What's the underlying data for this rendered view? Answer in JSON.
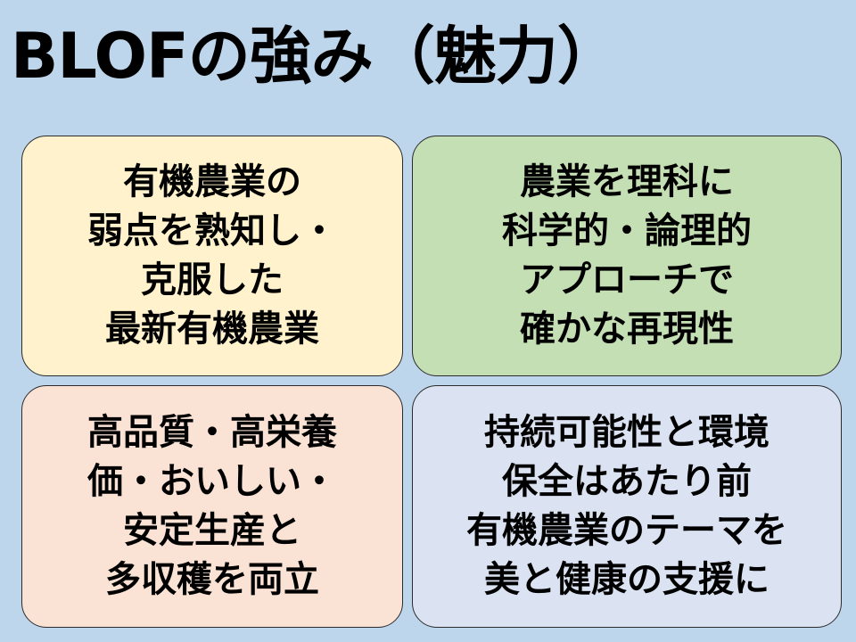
{
  "slide": {
    "title": "BLOFの強み（魅力）",
    "background_color": "#bed6ec"
  },
  "cards": [
    {
      "position": "top-left",
      "color": "#fff2cc",
      "lines": [
        "有機農業の",
        "弱点を熟知し・",
        "克服した",
        "最新有機農業"
      ]
    },
    {
      "position": "top-right",
      "color": "#c5dfb4",
      "lines": [
        "農業を理科に",
        "科学的・論理的",
        "アプローチで",
        "確かな再現性"
      ]
    },
    {
      "position": "bottom-left",
      "color": "#fae2d5",
      "lines": [
        "高品質・高栄養",
        "価・おいしい・",
        "安定生産と",
        "多収穫を両立"
      ]
    },
    {
      "position": "bottom-right",
      "color": "#dbe3f3",
      "lines": [
        "持続可能性と環境",
        "保全はあたり前",
        "有機農業のテーマを",
        "美と健康の支援に"
      ]
    }
  ]
}
